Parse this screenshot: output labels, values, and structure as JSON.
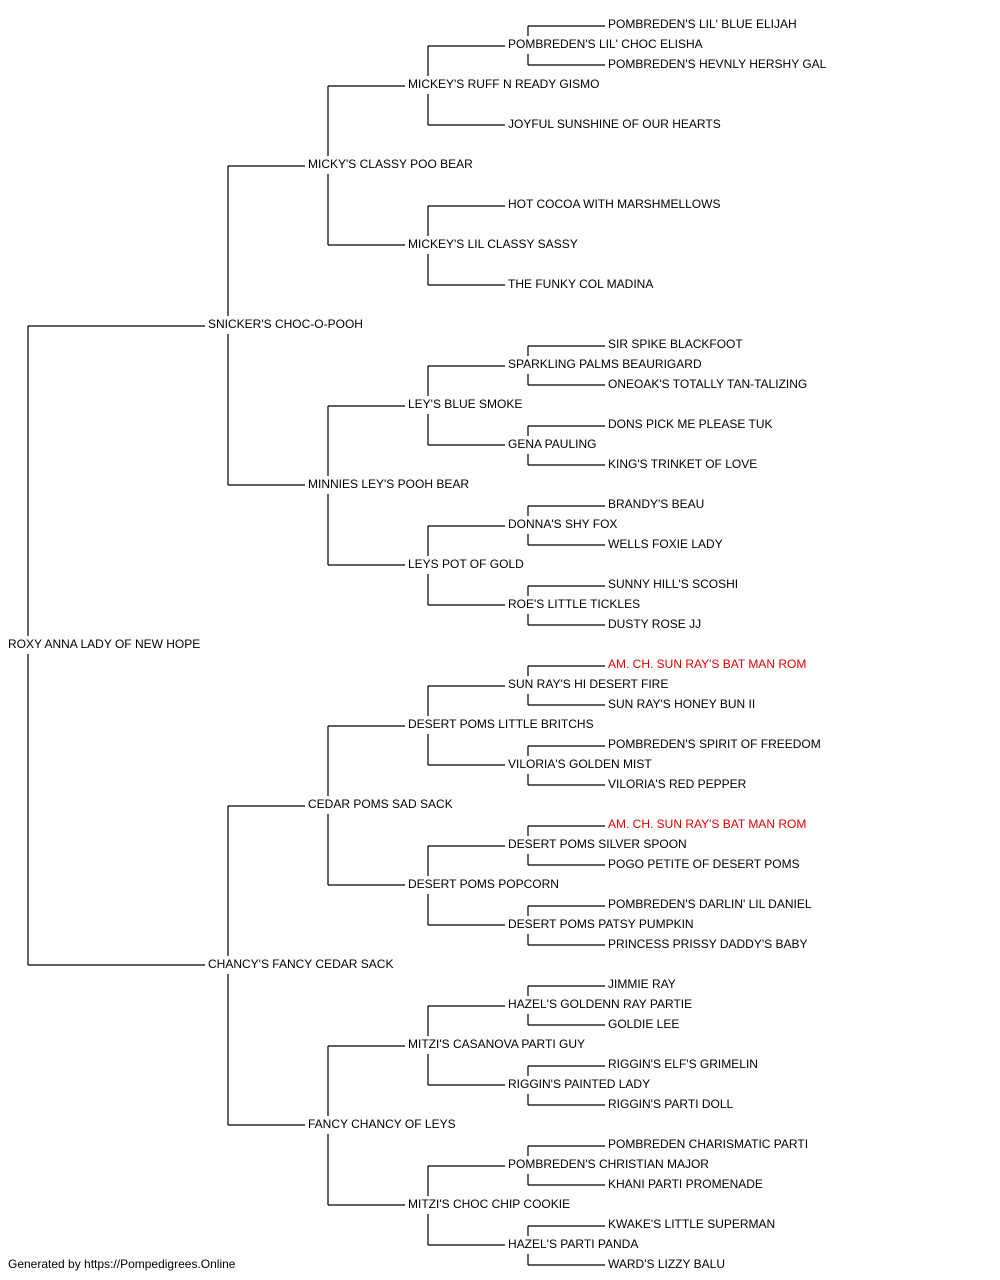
{
  "footer": "Generated by https://Pompedigrees.Online",
  "colors": {
    "text": "#000000",
    "champion": "#e00000",
    "lines": "#000000"
  },
  "pedigree": {
    "name": "ROXY ANNA LADY OF NEW HOPE",
    "sire": {
      "name": "SNICKER'S CHOC-O-POOH",
      "sire": {
        "name": "MICKY'S CLASSY POO BEAR",
        "sire": {
          "name": "MICKEY'S RUFF N READY GISMO",
          "sire": {
            "name": "POMBREDEN'S LIL' CHOC ELISHA",
            "sire": {
              "name": "POMBREDEN'S LIL' BLUE ELIJAH"
            },
            "dam": {
              "name": "POMBREDEN'S HEVNLY HERSHY GAL"
            }
          },
          "dam": {
            "name": "JOYFUL SUNSHINE OF OUR HEARTS"
          }
        },
        "dam": {
          "name": "MICKEY'S LIL CLASSY SASSY",
          "sire": {
            "name": "HOT COCOA WITH MARSHMELLOWS"
          },
          "dam": {
            "name": "THE FUNKY COL MADINA"
          }
        }
      },
      "dam": {
        "name": "MINNIES LEY'S POOH BEAR",
        "sire": {
          "name": "LEY'S BLUE SMOKE",
          "sire": {
            "name": "SPARKLING PALMS BEAURIGARD",
            "sire": {
              "name": "SIR SPIKE BLACKFOOT"
            },
            "dam": {
              "name": "ONEOAK'S TOTALLY TAN-TALIZING"
            }
          },
          "dam": {
            "name": "GENA PAULING",
            "sire": {
              "name": "DONS PICK ME PLEASE TUK"
            },
            "dam": {
              "name": "KING'S TRINKET OF LOVE"
            }
          }
        },
        "dam": {
          "name": "LEYS POT OF GOLD",
          "sire": {
            "name": "DONNA'S SHY FOX",
            "sire": {
              "name": "BRANDY'S BEAU"
            },
            "dam": {
              "name": "WELLS FOXIE LADY"
            }
          },
          "dam": {
            "name": "ROE'S LITTLE TICKLES",
            "sire": {
              "name": "SUNNY HILL'S SCOSHI"
            },
            "dam": {
              "name": "DUSTY ROSE JJ"
            }
          }
        }
      }
    },
    "dam": {
      "name": "CHANCY'S FANCY CEDAR SACK",
      "sire": {
        "name": "CEDAR POMS SAD SACK",
        "sire": {
          "name": "DESERT POMS LITTLE BRITCHS",
          "sire": {
            "name": "SUN RAY'S HI DESERT FIRE",
            "sire": {
              "name": "AM. CH. SUN RAY'S BAT MAN ROM",
              "champion": true
            },
            "dam": {
              "name": "SUN RAY'S HONEY BUN II"
            }
          },
          "dam": {
            "name": "VILORIA'S GOLDEN MIST",
            "sire": {
              "name": "POMBREDEN'S SPIRIT OF FREEDOM"
            },
            "dam": {
              "name": "VILORIA'S RED PEPPER"
            }
          }
        },
        "dam": {
          "name": "DESERT POMS POPCORN",
          "sire": {
            "name": "DESERT POMS SILVER SPOON",
            "sire": {
              "name": "AM. CH. SUN RAY'S BAT MAN ROM",
              "champion": true
            },
            "dam": {
              "name": "POGO PETITE OF DESERT POMS"
            }
          },
          "dam": {
            "name": "DESERT POMS PATSY PUMPKIN",
            "sire": {
              "name": "POMBREDEN'S DARLIN' LIL DANIEL"
            },
            "dam": {
              "name": "PRINCESS PRISSY DADDY'S BABY"
            }
          }
        }
      },
      "dam": {
        "name": "FANCY CHANCY OF LEYS",
        "sire": {
          "name": "MITZI'S CASANOVA PARTI GUY",
          "sire": {
            "name": "HAZEL'S GOLDENN RAY PARTIE",
            "sire": {
              "name": "JIMMIE RAY"
            },
            "dam": {
              "name": "GOLDIE LEE"
            }
          },
          "dam": {
            "name": "RIGGIN'S PAINTED LADY",
            "sire": {
              "name": "RIGGIN'S ELF'S GRIMELIN"
            },
            "dam": {
              "name": "RIGGIN'S PARTI DOLL"
            }
          }
        },
        "dam": {
          "name": "MITZI'S CHOC CHIP COOKIE",
          "sire": {
            "name": "POMBREDEN'S CHRISTIAN MAJOR",
            "sire": {
              "name": "POMBREDEN CHARISMATIC PARTI"
            },
            "dam": {
              "name": "KHANI PARTI PROMENADE"
            }
          },
          "dam": {
            "name": "HAZEL'S PARTI PANDA",
            "sire": {
              "name": "KWAKE'S LITTLE SUPERMAN"
            },
            "dam": {
              "name": "WARD'S LIZZY BALU"
            }
          }
        }
      }
    }
  }
}
